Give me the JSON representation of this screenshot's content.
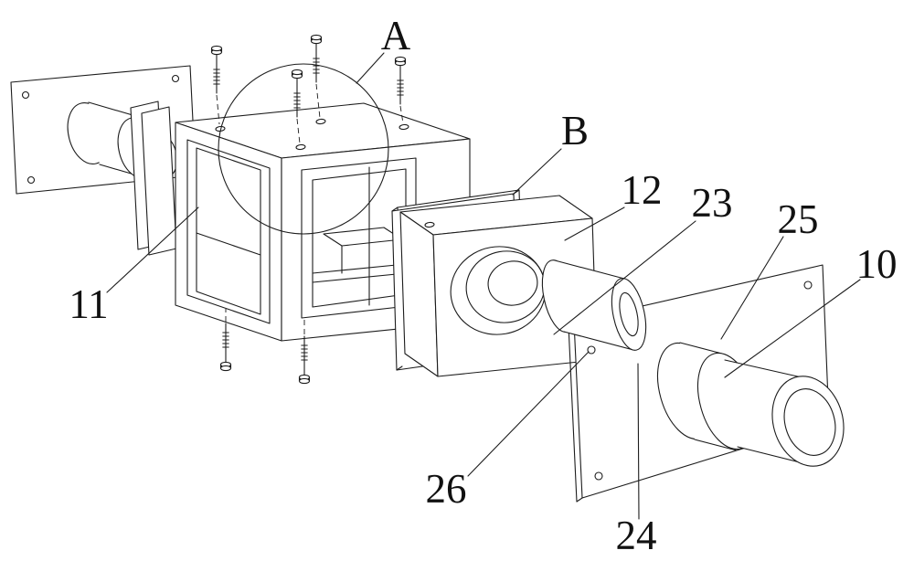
{
  "figure": {
    "type": "patent-exploded-view-drawing",
    "colors": {
      "line": "#1c1c1c",
      "background": "#ffffff",
      "label_text": "#111111"
    },
    "labels": {
      "a": "A",
      "b": "B",
      "n10": "10",
      "n11": "11",
      "n12": "12",
      "n23": "23",
      "n24": "24",
      "n25": "25",
      "n26": "26"
    }
  }
}
